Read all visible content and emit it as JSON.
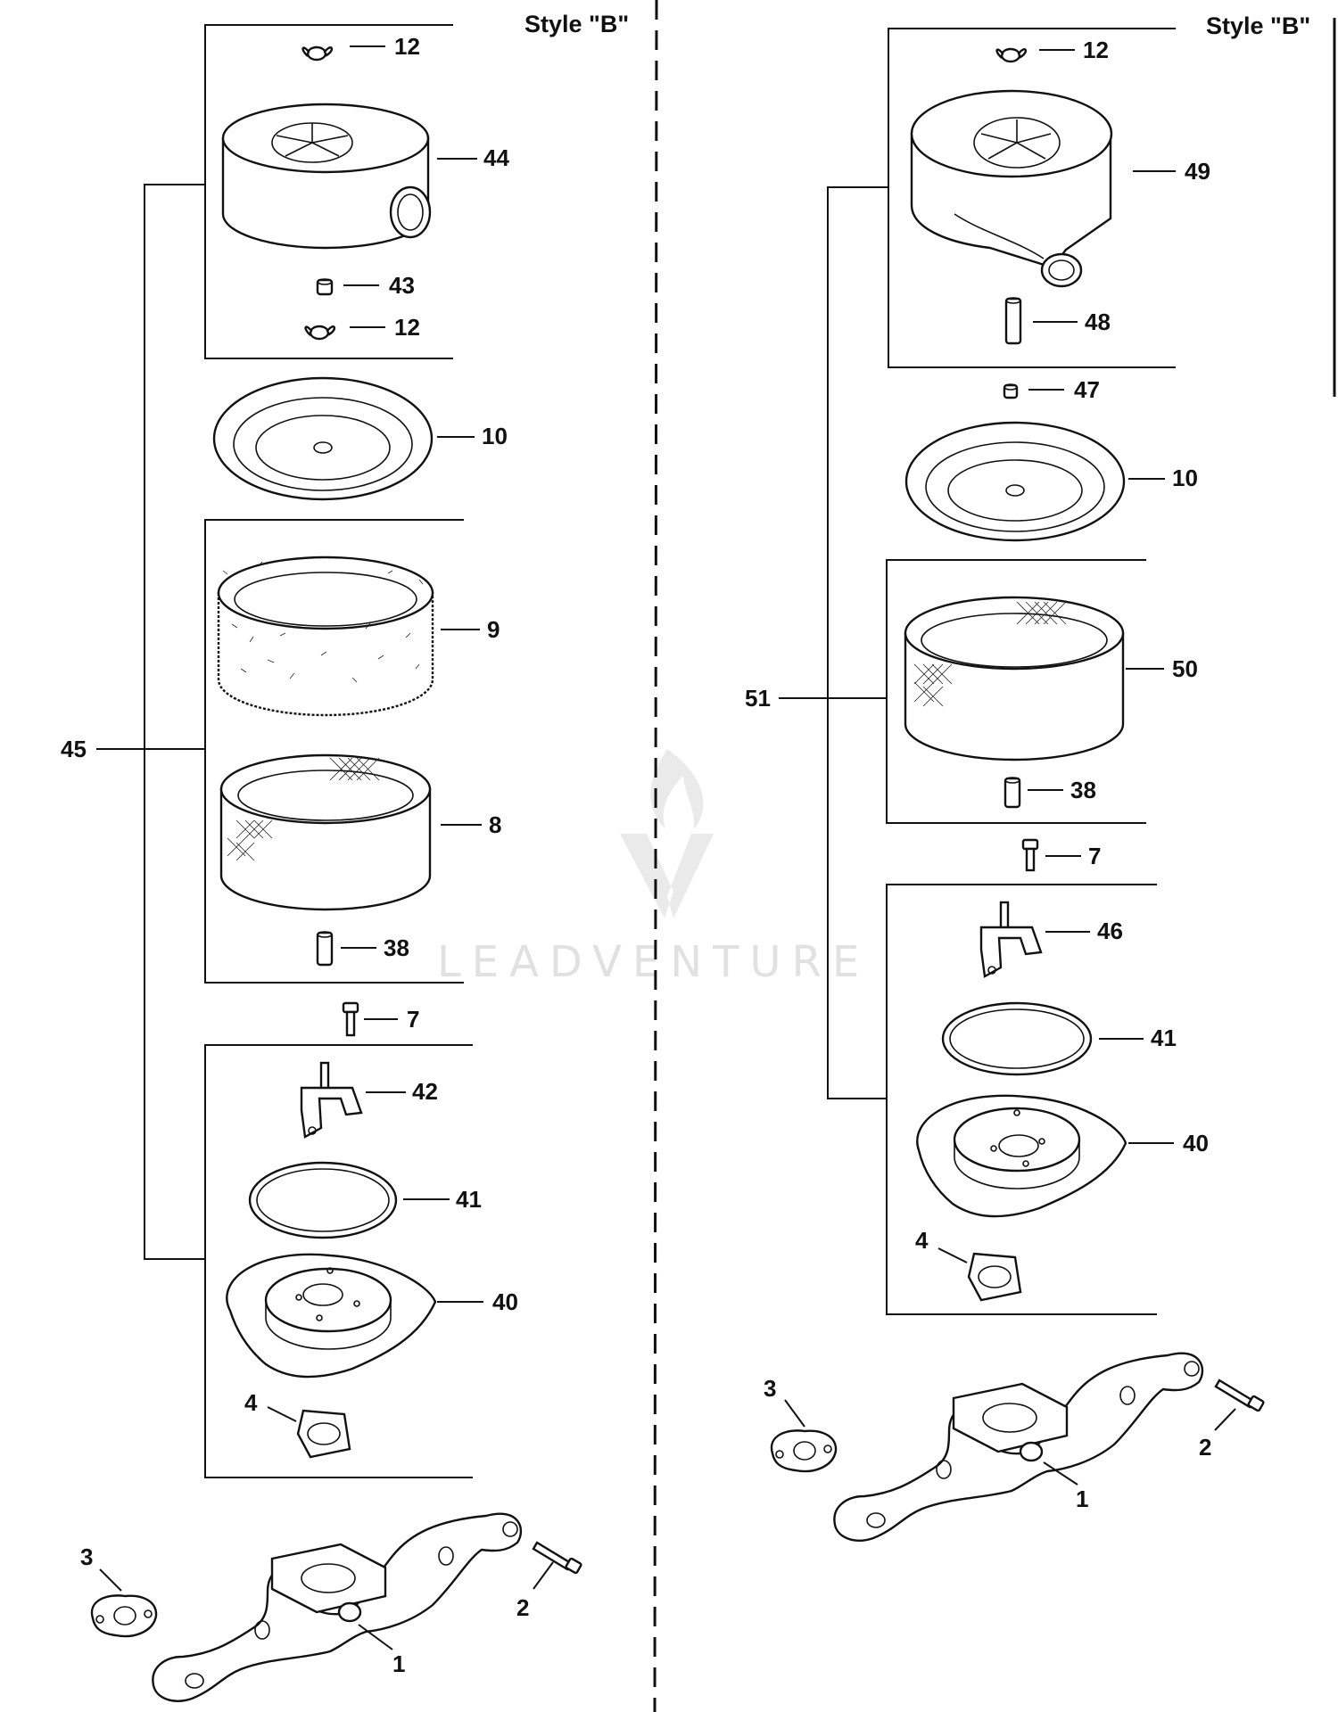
{
  "styles": {
    "left_title": "Style \"B\"",
    "right_title": "Style \"B\""
  },
  "watermark": {
    "text": "LEADVENTURE"
  },
  "callouts": {
    "left": {
      "c12a": "12",
      "c44": "44",
      "c43": "43",
      "c12b": "12",
      "c10": "10",
      "c9": "9",
      "c8": "8",
      "c38": "38",
      "c45": "45",
      "c7": "7",
      "c42": "42",
      "c41": "41",
      "c40": "40",
      "c4": "4",
      "c3": "3",
      "c2": "2",
      "c1": "1"
    },
    "right": {
      "c12": "12",
      "c49": "49",
      "c48": "48",
      "c47": "47",
      "c10": "10",
      "c50": "50",
      "c51": "51",
      "c38": "38",
      "c7": "7",
      "c46": "46",
      "c41": "41",
      "c40": "40",
      "c4": "4",
      "c3": "3",
      "c2": "2",
      "c1": "1"
    }
  }
}
